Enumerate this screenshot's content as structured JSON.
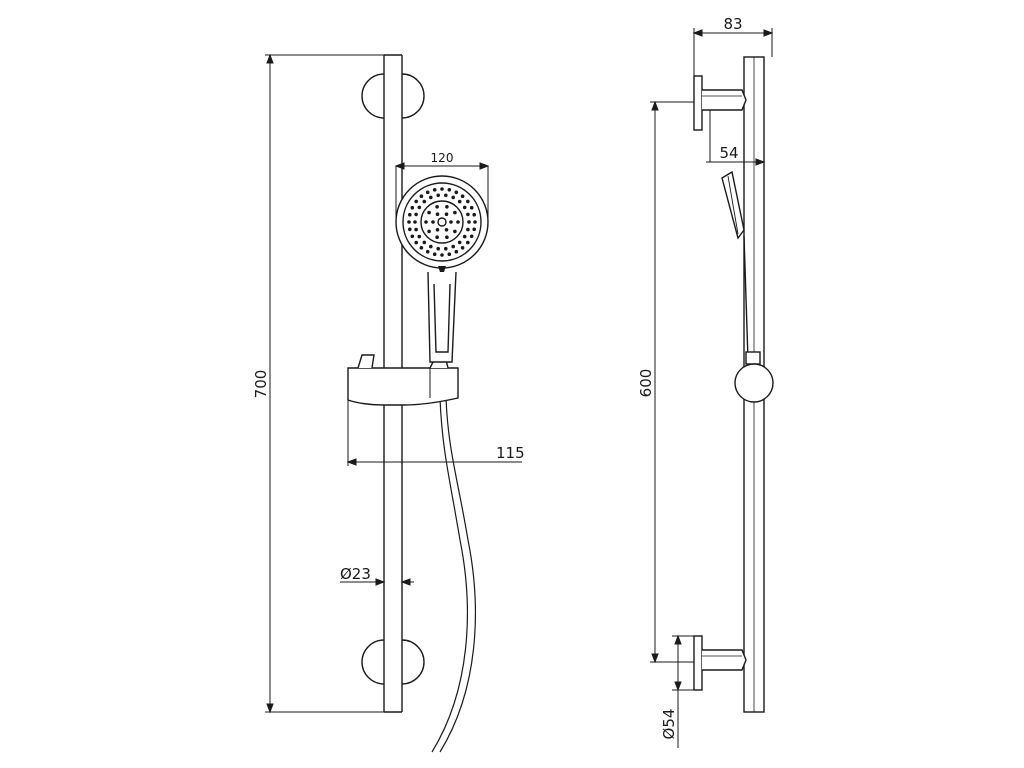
{
  "dimensions": {
    "overall_height": "700",
    "head_width": "120",
    "holder_projection": "115",
    "rail_diameter": "Ø23",
    "bracket_depth": "83",
    "bracket_offset": "54",
    "bracket_spacing": "600",
    "bracket_diameter": "Ø54"
  },
  "colors": {
    "line": "#1a1a1a",
    "background": "#ffffff"
  }
}
